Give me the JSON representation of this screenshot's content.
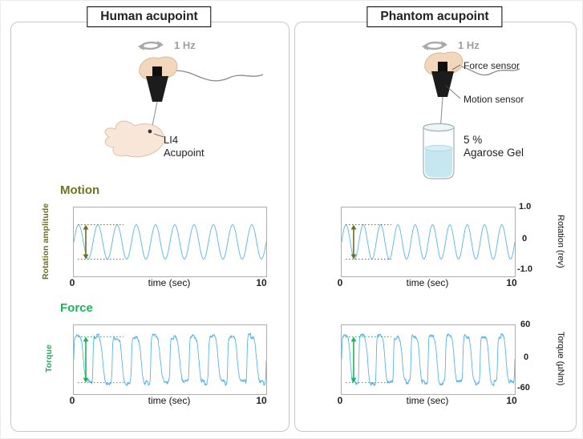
{
  "colors": {
    "waveform": "#56b4e9",
    "motion_accent": "#6b7021",
    "force_accent": "#1fb45c",
    "gray_text": "#9e9e9e",
    "panel_border": "#c9c9c9"
  },
  "human": {
    "title": "Human acupoint",
    "freq": "1 Hz",
    "acupoint_line1": "LI4",
    "acupoint_line2": "Acupoint",
    "motion": {
      "heading": "Motion",
      "ylabel": "Rotation amplitude",
      "xlabel": "time (sec)",
      "xmin": "0",
      "xmax": "10"
    },
    "force": {
      "heading": "Force",
      "ylabel": "Torque",
      "xlabel": "time (sec)",
      "xmin": "0",
      "xmax": "10"
    }
  },
  "phantom": {
    "title": "Phantom acupoint",
    "freq": "1 Hz",
    "force_sensor": "Force sensor",
    "motion_sensor": "Motion sensor",
    "gel_line1": "5 %",
    "gel_line2": "Agarose Gel",
    "motion": {
      "xlabel": "time (sec)",
      "xmin": "0",
      "xmax": "10",
      "axis_label": "Rotation (rev)",
      "ticks": [
        "1.0",
        "0",
        "-1.0"
      ]
    },
    "force": {
      "xlabel": "time (sec)",
      "xmin": "0",
      "xmax": "10",
      "axis_label": "Torque (µNm)",
      "ticks": [
        "60",
        "0",
        "-60"
      ]
    }
  },
  "chart_data": [
    {
      "id": "human-motion",
      "type": "line",
      "panel": "Human acupoint",
      "signal": "rotation",
      "waveform": "sine",
      "frequency_hz": 1.0,
      "amplitude": 0.5,
      "units": "rev",
      "x": "0 to 10 sec continuous",
      "xlim": [
        0,
        10
      ],
      "ylim": [
        -1,
        1
      ],
      "xlabel": "time (sec)",
      "ylabel": "Rotation amplitude",
      "color": "#56b4e9",
      "arrow_color": "#6b7021",
      "seed": 7
    },
    {
      "id": "human-force",
      "type": "line",
      "panel": "Human acupoint",
      "signal": "torque",
      "waveform": "square-noisy",
      "frequency_hz": 1.0,
      "amplitude": 40,
      "units": "µNm",
      "x": "0 to 10 sec continuous",
      "xlim": [
        0,
        10
      ],
      "ylim": [
        -60,
        60
      ],
      "xlabel": "time (sec)",
      "ylabel": "Torque",
      "color": "#56b4e9",
      "arrow_color": "#1fb45c",
      "seed": 11
    },
    {
      "id": "phantom-motion",
      "type": "line",
      "panel": "Phantom acupoint",
      "signal": "rotation",
      "waveform": "sine",
      "frequency_hz": 1.0,
      "amplitude": 0.5,
      "units": "rev",
      "x": "0 to 10 sec continuous",
      "xlim": [
        0,
        10
      ],
      "ylim": [
        -1,
        1
      ],
      "yticks": [
        1.0,
        0,
        -1.0
      ],
      "xlabel": "time (sec)",
      "ylabel": "Rotation (rev)",
      "color": "#56b4e9",
      "arrow_color": "#6b7021",
      "seed": 21
    },
    {
      "id": "phantom-force",
      "type": "line",
      "panel": "Phantom acupoint",
      "signal": "torque",
      "waveform": "square-noisy",
      "frequency_hz": 1.0,
      "amplitude": 40,
      "units": "µNm",
      "x": "0 to 10 sec continuous",
      "xlim": [
        0,
        10
      ],
      "ylim": [
        -60,
        60
      ],
      "yticks": [
        60,
        0,
        -60
      ],
      "xlabel": "time (sec)",
      "ylabel": "Torque (µNm)",
      "color": "#56b4e9",
      "arrow_color": "#1fb45c",
      "seed": 33
    }
  ]
}
